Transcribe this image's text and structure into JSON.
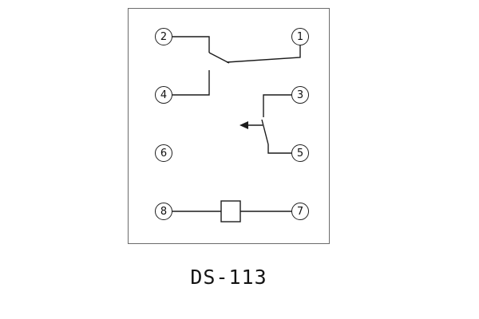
{
  "diagram": {
    "caption": "DS-113",
    "terminals": {
      "t1": "1",
      "t2": "2",
      "t3": "3",
      "t4": "4",
      "t5": "5",
      "t6": "6",
      "t7": "7",
      "t8": "8"
    },
    "symbols": {
      "coil": "relay-coil",
      "actuator": "actuator-arrow"
    },
    "colors": {
      "line": "#1c1c1c",
      "outline": "#6b6b6b",
      "background": "#ffffff"
    }
  }
}
